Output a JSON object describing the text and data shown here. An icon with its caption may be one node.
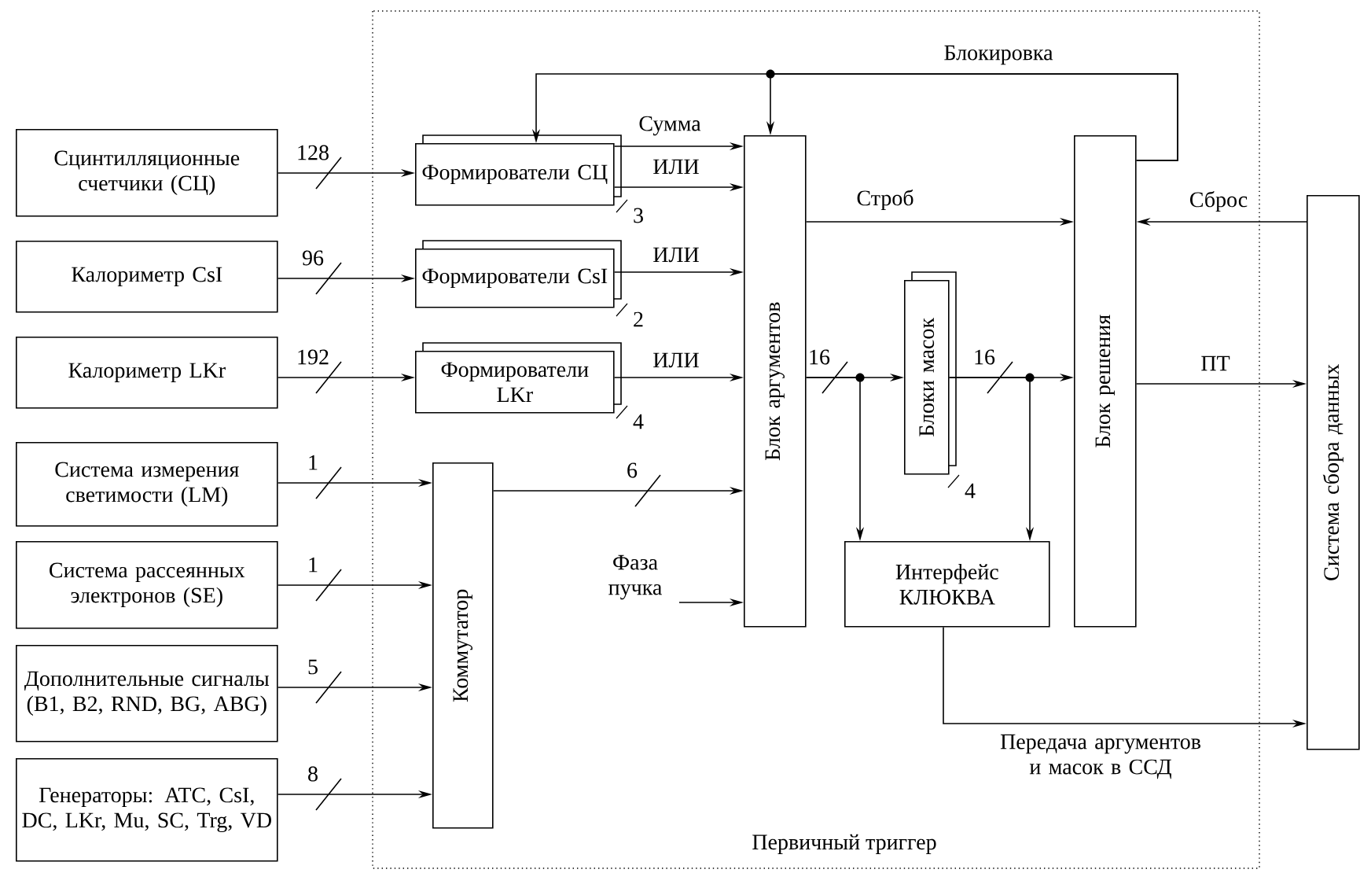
{
  "diagram": {
    "nodes": [
      {
        "text": [
          "Первичный триггер"
        ]
      },
      {
        "text": [
          "Сцинтилляционные счетчики (СЦ)"
        ]
      },
      {
        "text": [
          "Калориметр CsI"
        ]
      },
      {
        "text": [
          "Калориметр LKr"
        ]
      },
      {
        "text": [
          "Система измерения светимости (LM)"
        ]
      },
      {
        "text": [
          "Система рассеянных электронов (SE)"
        ]
      },
      {
        "text": [
          "Дополнительные сигналы (B1, B2, RND, BG, ABG)"
        ]
      },
      {
        "text": [
          "Генераторы: ATC, CsI, DC, LKr, Mu, SC, Trg, VD"
        ]
      },
      {
        "text": [
          "Формирователи СЦ"
        ],
        "in": 0,
        "beside": [
          "3"
        ]
      },
      {
        "text": [
          "Формирователи CsI"
        ],
        "in": 0,
        "beside": [
          "2"
        ]
      },
      {
        "text": [
          "Формирователи LKr"
        ],
        "in": 0,
        "beside": [
          "4"
        ]
      },
      {
        "text": [
          "Коммутатор"
        ],
        "in": 0
      },
      {
        "text": [
          "Блок аргументов"
        ],
        "in": 0
      },
      {
        "text": [
          "Блоки масок"
        ],
        "in": 0,
        "beside": [
          "4"
        ]
      },
      {
        "text": [
          "Интерфейс КЛЮКВА"
        ],
        "in": 0
      },
      {
        "text": [
          "Блок решения"
        ],
        "in": 0
      },
      {
        "text": [
          "Система сбора данных"
        ]
      }
    ],
    "edges": [
      {
        "from": 1,
        "to": 8,
        "arrow": "to",
        "label": "128"
      },
      {
        "from": 2,
        "to": 9,
        "arrow": "to",
        "label": "96"
      },
      {
        "from": 3,
        "to": 10,
        "arrow": "to",
        "label": "192"
      },
      {
        "from": 4,
        "to": 11,
        "arrow": "to",
        "label": "1"
      },
      {
        "from": 5,
        "to": 11,
        "arrow": "to",
        "label": "1"
      },
      {
        "from": 6,
        "to": 11,
        "arrow": "to",
        "label": "5"
      },
      {
        "from": 7,
        "to": 11,
        "arrow": "to",
        "label": "8"
      },
      {
        "from": 8,
        "to": 12,
        "arrow": "to",
        "label": "Сумма"
      },
      {
        "from": 8,
        "to": 12,
        "arrow": "to",
        "label": "ИЛИ"
      },
      {
        "from": 9,
        "to": 12,
        "arrow": "to",
        "label": "ИЛИ"
      },
      {
        "from": 10,
        "to": 12,
        "arrow": "to",
        "label": "ИЛИ"
      },
      {
        "from": 11,
        "to": 12,
        "arrow": "to",
        "label": "6"
      },
      {
        "from": null,
        "to": 12,
        "arrow": "to",
        "label": "Фаза пучка"
      },
      {
        "from": 12,
        "to": 15,
        "arrow": "to",
        "label": "Строб"
      },
      {
        "from": 16,
        "to": 15,
        "arrow": "to",
        "label": "Сброс"
      },
      {
        "from": 15,
        "to": 16,
        "arrow": "to",
        "label": "ПТ"
      },
      {
        "from": 15,
        "to": 8,
        "arrow": "to",
        "label": "Блокировка"
      },
      {
        "from": 15,
        "to": 12,
        "arrow": "to"
      },
      {
        "from": 12,
        "to": 13,
        "arrow": "to",
        "label": "16"
      },
      {
        "from": 12,
        "to": 14,
        "arrow": "to"
      },
      {
        "from": 13,
        "to": 15,
        "arrow": "to",
        "label": "16"
      },
      {
        "from": 13,
        "to": 14,
        "arrow": "to"
      },
      {
        "from": 14,
        "to": 16,
        "arrow": "to",
        "label": "Передача аргументов и масок в ССД"
      }
    ]
  }
}
